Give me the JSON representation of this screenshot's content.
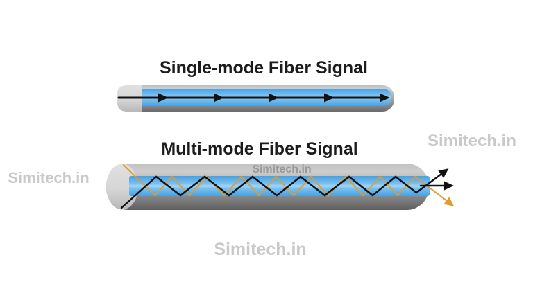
{
  "titles": {
    "single_mode": "Single-mode Fiber Signal",
    "multi_mode": "Multi-mode Fiber Signal"
  },
  "watermarks": {
    "left": "Simitech.in",
    "top_right": "Simitech.in",
    "on_fiber": "Simitech.in",
    "bottom": "Simitech.in"
  },
  "colors": {
    "page_bg": "#ffffff",
    "title_text": "#1c1c1c",
    "watermark_light": "#c9c9c9",
    "watermark_on_fiber": "#9a9a9a",
    "core_blue": "#57ace8",
    "core_blue_light": "#a9d7f5",
    "cladding_light": "#cdcdcd",
    "cladding_dark": "#6b6b6b",
    "end_cap": "#d6d6d6",
    "signal_black": "#121212",
    "signal_orange": "#e29b2f"
  },
  "diagram": {
    "single_mode_fiber": {
      "ray_style": "straight",
      "ray_color": "black",
      "arrowhead_count": 5
    },
    "multi_mode_fiber": {
      "ray_style": "zigzag",
      "ray_colors": [
        "black",
        "orange"
      ],
      "exit_arrow_count": 3
    }
  }
}
